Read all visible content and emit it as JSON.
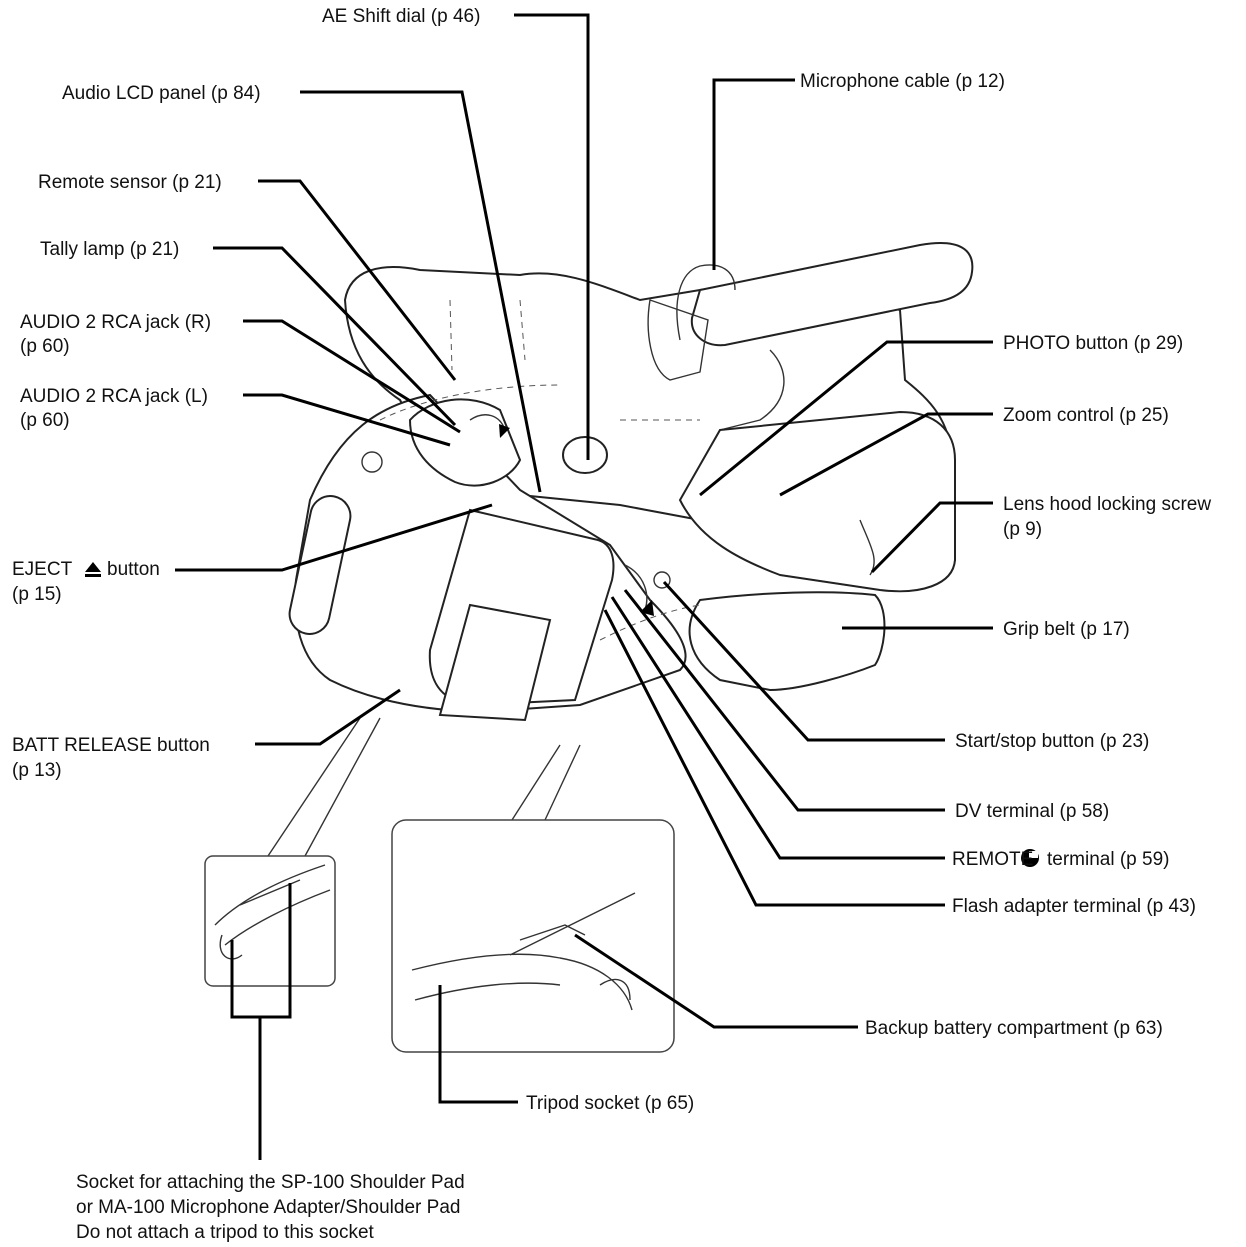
{
  "labels": {
    "ae_shift": "AE Shift dial (p  46)",
    "audio_lcd": "Audio LCD panel (p  84)",
    "remote_sensor": "Remote sensor (p  21)",
    "tally_lamp": "Tally lamp (p  21)",
    "audio2_r_1": "AUDIO 2 RCA jack (R)",
    "audio2_r_2": "(p  60)",
    "audio2_l_1": "AUDIO 2 RCA jack (L)",
    "audio2_l_2": "(p  60)",
    "eject_1": "EJECT",
    "eject_2": "button",
    "eject_3": "(p  15)",
    "batt_1": "BATT  RELEASE button",
    "batt_2": "(p  13)",
    "mic_cable": "Microphone cable (p  12)",
    "photo": "PHOTO button (p  29)",
    "zoom": "Zoom control (p  25)",
    "lens_hood_1": "Lens hood locking screw",
    "lens_hood_2": "(p  9)",
    "grip_belt": "Grip belt (p  17)",
    "start_stop": "Start/stop button (p  23)",
    "dv_terminal": "DV terminal (p  58)",
    "remote_1": "REMOTE",
    "remote_2": "terminal (p  59)",
    "flash": "Flash adapter terminal (p  43)",
    "backup": "Backup battery compartment (p  63)",
    "tripod": "Tripod socket (p  65)",
    "socket_1": "Socket for attaching the SP-100 Shoulder Pad",
    "socket_2": "or MA-100 Microphone Adapter/Shoulder Pad",
    "socket_3": "Do not attach a tripod to this socket"
  },
  "icons": {
    "eject": "eject-triangle-icon",
    "remote": "lanc-symbol-icon"
  }
}
